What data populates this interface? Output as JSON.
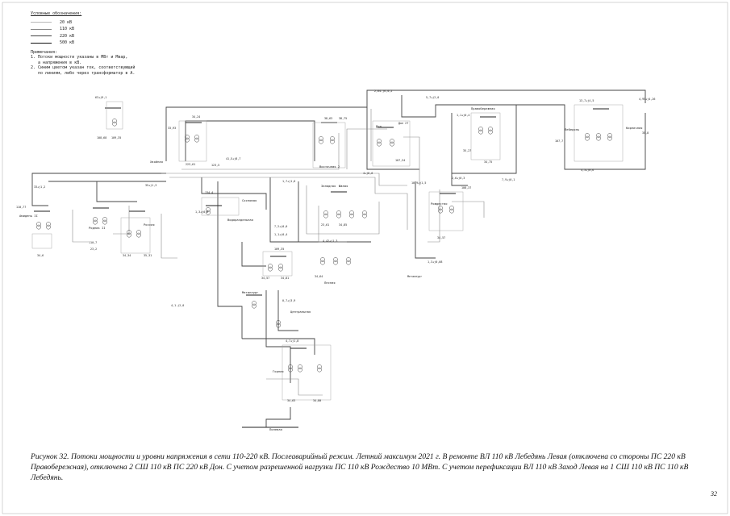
{
  "legend": {
    "title": "Условные обозначения:",
    "items": [
      {
        "label": "20 кВ",
        "color": "#b8b8b8",
        "width": 0.6
      },
      {
        "label": "110 кВ",
        "color": "#8a8a8a",
        "width": 0.8
      },
      {
        "label": "220 кВ",
        "color": "#444444",
        "width": 1.0
      },
      {
        "label": "500 кВ",
        "color": "#111111",
        "width": 1.3
      }
    ],
    "notes": [
      "Примечания:",
      "1. Потоки мощности указаны в МВт и Мвар,",
      "   а напряжения в кВ.",
      "2. Синим цветом указан ток, соответствующий",
      "   по линиям, либо через трансформатор в А."
    ]
  },
  "substations": {
    "ambidzhi": "Амидень II",
    "rodnik": "Родник II",
    "rossiya": "Россия",
    "khvoinaya": "Хвойная",
    "vodorazdelnaya": "Водораздельная",
    "sosnovaya": "Сосновая",
    "vostochnaya": "Восточная 2",
    "don": "Дон",
    "zapadnaya": "Западная",
    "yuzhnaya": "Южная",
    "severnaya": "Северная",
    "lesnaya": "Лесная",
    "pravoberezhnaya": "Правобережная",
    "rozhdestvo": "Рождество",
    "lebedyan": "Лебедянь",
    "metallurg": "Металлург",
    "tsentralnaya": "Центральная",
    "kirpichnaya": "Кирпичная",
    "gornaya": "Горная",
    "polevaya": "Полевая"
  },
  "caption": "Рисунок 32. Потоки мощности и уровни напряжения в сети 110-220 кВ. Послеаварийный режим. Летний максимум 2021 г. В ремонте ВЛ 110 кВ Лебедянь Левая (отключена со стороны ПС 220 кВ Правобережная), отключена 2 СШ 110 кВ ПС 220 кВ Дон. С учетом разрешенной нагрузки ПС 110 кВ Рождество 10 МВт. С учетом перефиксации ВЛ 110 кВ Заход Левая на 1 СШ 110 кВ ПС 110 кВ Лебедянь.",
  "page_number": "32"
}
